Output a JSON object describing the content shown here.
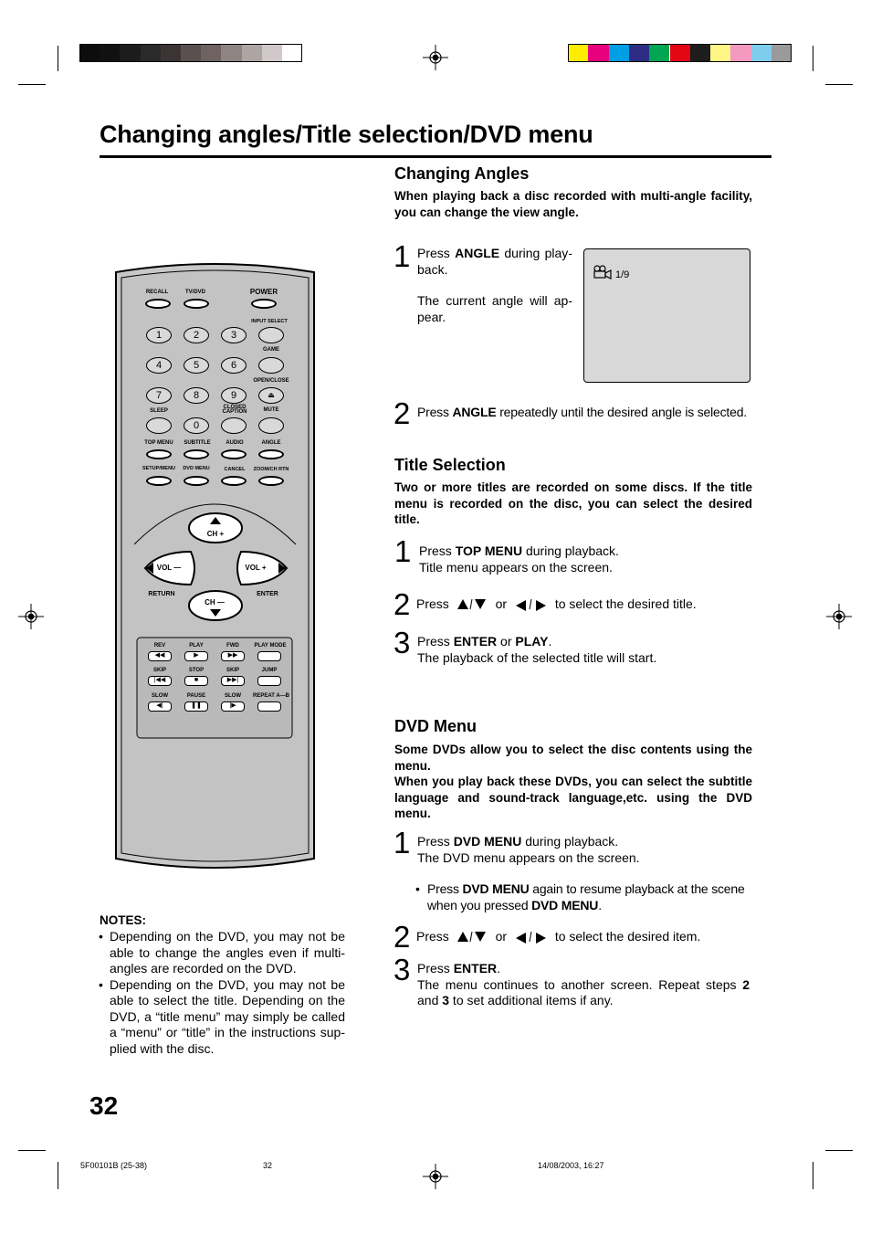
{
  "page": {
    "title": "Changing angles/Title selection/DVD menu",
    "page_number": "32"
  },
  "colors": {
    "gray_swatches": [
      "#0d0d0d",
      "#111111",
      "#1c1c1c",
      "#2a2a2a",
      "#3c3434",
      "#5b5050",
      "#6e6262",
      "#8f8484",
      "#ada4a4",
      "#d1c9c9",
      "#ffffff"
    ],
    "color_swatches": [
      "#ffed00",
      "#e6007e",
      "#009fe3",
      "#2d2e83",
      "#00a651",
      "#e30613",
      "#1d1d1b",
      "#fff685",
      "#f49ac1",
      "#7fcdee",
      "#9a9a9a"
    ]
  },
  "changing_angles": {
    "heading": "Changing Angles",
    "intro": "When playing back a disc recorded with multi-angle facil­ity, you can change the view angle.",
    "step1_num": "1",
    "step1_a": "Press ",
    "step1_b": "ANGLE",
    "step1_c": " during play­back.",
    "step1_d": "The current angle will ap­pear.",
    "screen_readout": "1/9",
    "step2_num": "2",
    "step2_a": "Press ",
    "step2_b": "ANGLE",
    "step2_c": " repeatedly until the desired angle is selected."
  },
  "title_selection": {
    "heading": "Title Selection",
    "intro": "Two or more titles are recorded on some discs. If the title menu is recorded on the disc, you can select the desired title.",
    "step1_num": "1",
    "step1_a": "Press ",
    "step1_b": "TOP MENU",
    "step1_c": " during playback.",
    "step1_d": "Title menu appears on the screen.",
    "step2_num": "2",
    "step2_a": "Press",
    "step2_or": "or",
    "step2_c": "to select the desired title.",
    "step3_num": "3",
    "step3_a": "Press ",
    "step3_b": "ENTER",
    "step3_c": " or ",
    "step3_d": "PLAY",
    "step3_e": ".",
    "step3_f": "The playback of the selected title will start."
  },
  "dvd_menu": {
    "heading": "DVD Menu",
    "intro1": "Some DVDs allow you to select the disc contents using the menu.",
    "intro2": "When you play back these DVDs, you can select the sub­title language and sound-track language,etc. using the DVD menu.",
    "step1_num": "1",
    "step1_a": "Press ",
    "step1_b": "DVD MENU",
    "step1_c": " during playback.",
    "step1_d": "The DVD menu appears on the screen.",
    "bullet_a": "Press ",
    "bullet_b": "DVD MENU",
    "bullet_c": " again to resume playback at the scene when you pressed ",
    "bullet_d": "DVD MENU",
    "bullet_e": ".",
    "step2_num": "2",
    "step2_a": "Press",
    "step2_or": "or",
    "step2_c": "to select the desired item.",
    "step3_num": "3",
    "step3_a": "Press ",
    "step3_b": "ENTER",
    "step3_c": ".",
    "step3_d": "The menu continues to another screen. Repeat steps ",
    "step3_e": "2",
    "step3_f": " and ",
    "step3_g": "3",
    "step3_h": " to set additional items if any."
  },
  "notes": {
    "heading": "NOTES:",
    "items": [
      "Depending on the DVD, you may not be able to change the angles even if multi-angles are recorded on the DVD.",
      "Depending on the DVD, you may not be able to select the title. Depending on the DVD, a “title menu” may simply be called a “menu” or “title” in the instructions sup­plied with the disc."
    ]
  },
  "remote": {
    "recall": "RECALL",
    "tvdvd": "TV/DVD",
    "power": "POWER",
    "input_select": "INPUT SELECT",
    "game": "GAME",
    "open_close": "OPEN/CLOSE",
    "sleep": "SLEEP",
    "closed_caption_1": "CLOSED",
    "closed_caption_2": "CAPTION",
    "mute": "MUTE",
    "num": [
      "1",
      "2",
      "3",
      "4",
      "5",
      "6",
      "7",
      "8",
      "9",
      "0"
    ],
    "top_menu": "TOP MENU",
    "subtitle": "SUBTITLE",
    "audio": "AUDIO",
    "angle": "ANGLE",
    "setup_menu": "SETUP/MENU",
    "dvd_menu": "DVD MENU",
    "cancel": "CANCEL",
    "zoom": "ZOOM/CH RTN",
    "ch_plus": "CH +",
    "ch_minus": "CH —",
    "vol_minus": "VOL —",
    "vol_plus": "VOL +",
    "return": "RETURN",
    "enter": "ENTER",
    "rev": "REV",
    "play": "PLAY",
    "fwd": "FWD",
    "play_mode": "PLAY MODE",
    "skip1": "SKIP",
    "stop": "STOP",
    "skip2": "SKIP",
    "jump": "JUMP",
    "slow1": "SLOW",
    "pause": "PAUSE",
    "slow2": "SLOW",
    "repeat": "REPEAT A—B"
  },
  "footer": {
    "code": "5F00101B (25-38)",
    "page": "32",
    "date": "14/08/2003, 16:27"
  }
}
